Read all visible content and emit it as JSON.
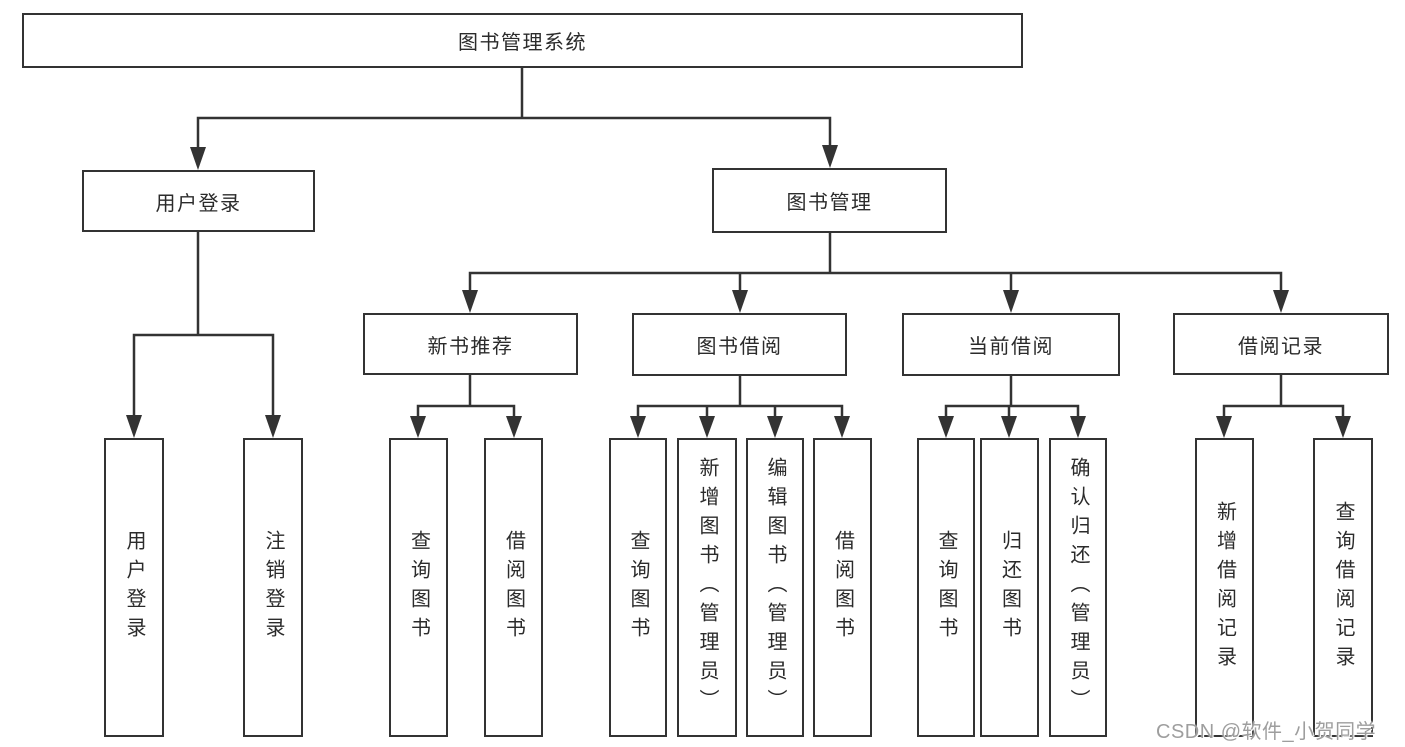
{
  "colors": {
    "line": "#333333",
    "box_border": "#333333",
    "text": "#2b2b2b",
    "watermark": "#9e9e9e",
    "background": "#ffffff"
  },
  "watermark": {
    "text": "CSDN @软件_小贺同学"
  },
  "tree": {
    "root": {
      "label": "图书管理系统",
      "children": [
        {
          "label": "用户登录",
          "children": [
            {
              "label": "用户登录"
            },
            {
              "label": "注销登录"
            }
          ]
        },
        {
          "label": "图书管理",
          "children": [
            {
              "label": "新书推荐",
              "children": [
                {
                  "label": "查询图书"
                },
                {
                  "label": "借阅图书"
                }
              ]
            },
            {
              "label": "图书借阅",
              "children": [
                {
                  "label": "查询图书"
                },
                {
                  "label": "新增图书（管理员）"
                },
                {
                  "label": "编辑图书（管理员）"
                },
                {
                  "label": "借阅图书"
                }
              ]
            },
            {
              "label": "当前借阅",
              "children": [
                {
                  "label": "查询图书"
                },
                {
                  "label": "归还图书"
                },
                {
                  "label": "确认归还（管理员）"
                }
              ]
            },
            {
              "label": "借阅记录",
              "children": [
                {
                  "label": "新增借阅记录"
                },
                {
                  "label": "查询借阅记录"
                }
              ]
            }
          ]
        }
      ]
    }
  }
}
